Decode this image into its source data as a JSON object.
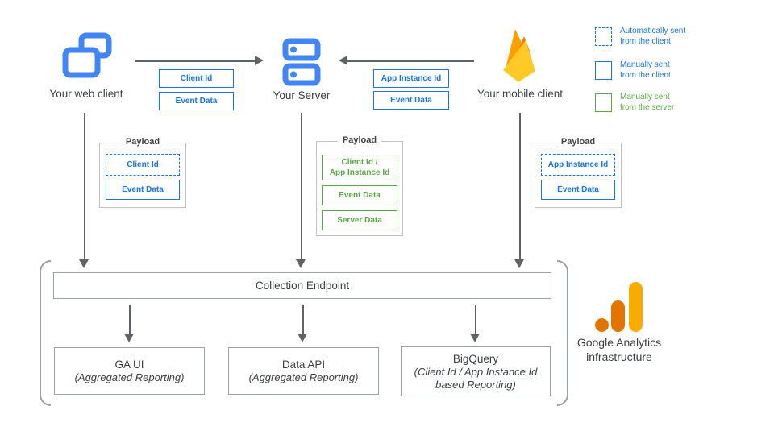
{
  "colors": {
    "icon_blue": "#4285f4",
    "box_blue": "#1a73e8",
    "box_green": "#5ba746",
    "arrow_gray": "#5f6368",
    "border_gray": "#9aa0a6",
    "firebase_yellow": "#ffca28",
    "firebase_orange": "#f57c00",
    "firebase_amber": "#ffa000",
    "ga_amber": "#f9ab00",
    "ga_orange": "#e37400"
  },
  "nodes": {
    "web_client": {
      "label": "Your web client"
    },
    "server": {
      "label": "Your Server"
    },
    "mobile_client": {
      "label": "Your mobile client"
    }
  },
  "flow_tags": {
    "web_to_server": [
      "Client Id",
      "Event Data"
    ],
    "mobile_to_server": [
      "App Instance Id",
      "Event Data"
    ]
  },
  "legend": [
    {
      "label": "Automatically sent\nfrom the client",
      "style": "dashed-blue"
    },
    {
      "label": "Manually sent\nfrom the client",
      "style": "solid-blue"
    },
    {
      "label": "Manually sent\nfrom the server",
      "style": "solid-green"
    }
  ],
  "payloads": {
    "web": {
      "title": "Payload",
      "items": [
        {
          "label": "Client Id",
          "style": "dashed-blue"
        },
        {
          "label": "Event Data",
          "style": "solid-blue"
        }
      ]
    },
    "server": {
      "title": "Payload",
      "items": [
        {
          "label": "Client Id /\nApp Instance Id",
          "style": "solid-green"
        },
        {
          "label": "Event Data",
          "style": "solid-green"
        },
        {
          "label": "Server Data",
          "style": "solid-green"
        }
      ]
    },
    "mobile": {
      "title": "Payload",
      "items": [
        {
          "label": "App Instance Id",
          "style": "dashed-blue"
        },
        {
          "label": "Event Data",
          "style": "solid-blue"
        }
      ]
    }
  },
  "infrastructure": {
    "endpoint": "Collection Endpoint",
    "outputs": [
      {
        "title": "GA UI",
        "subtitle": "(Aggregated Reporting)"
      },
      {
        "title": "Data API",
        "subtitle": "(Aggregated Reporting)"
      },
      {
        "title": "BigQuery",
        "subtitle": "(Client Id / App Instance Id\nbased Reporting)"
      }
    ],
    "caption": "Google Analytics\ninfrastructure"
  }
}
